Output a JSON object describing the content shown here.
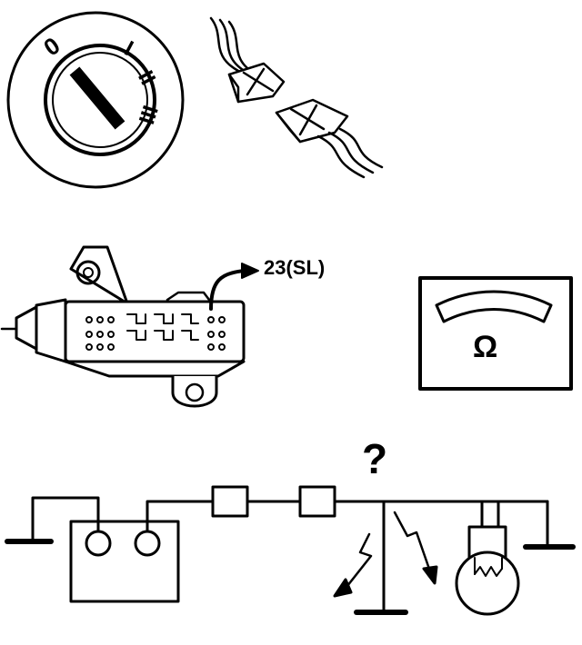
{
  "ignition": {
    "pos_0": "0",
    "pos_1": "I",
    "pos_2": "II",
    "pos_3": "III"
  },
  "connector": {
    "label": "23(SL)"
  },
  "meter": {
    "symbol": "Ω"
  },
  "circuit": {
    "question": "?"
  }
}
